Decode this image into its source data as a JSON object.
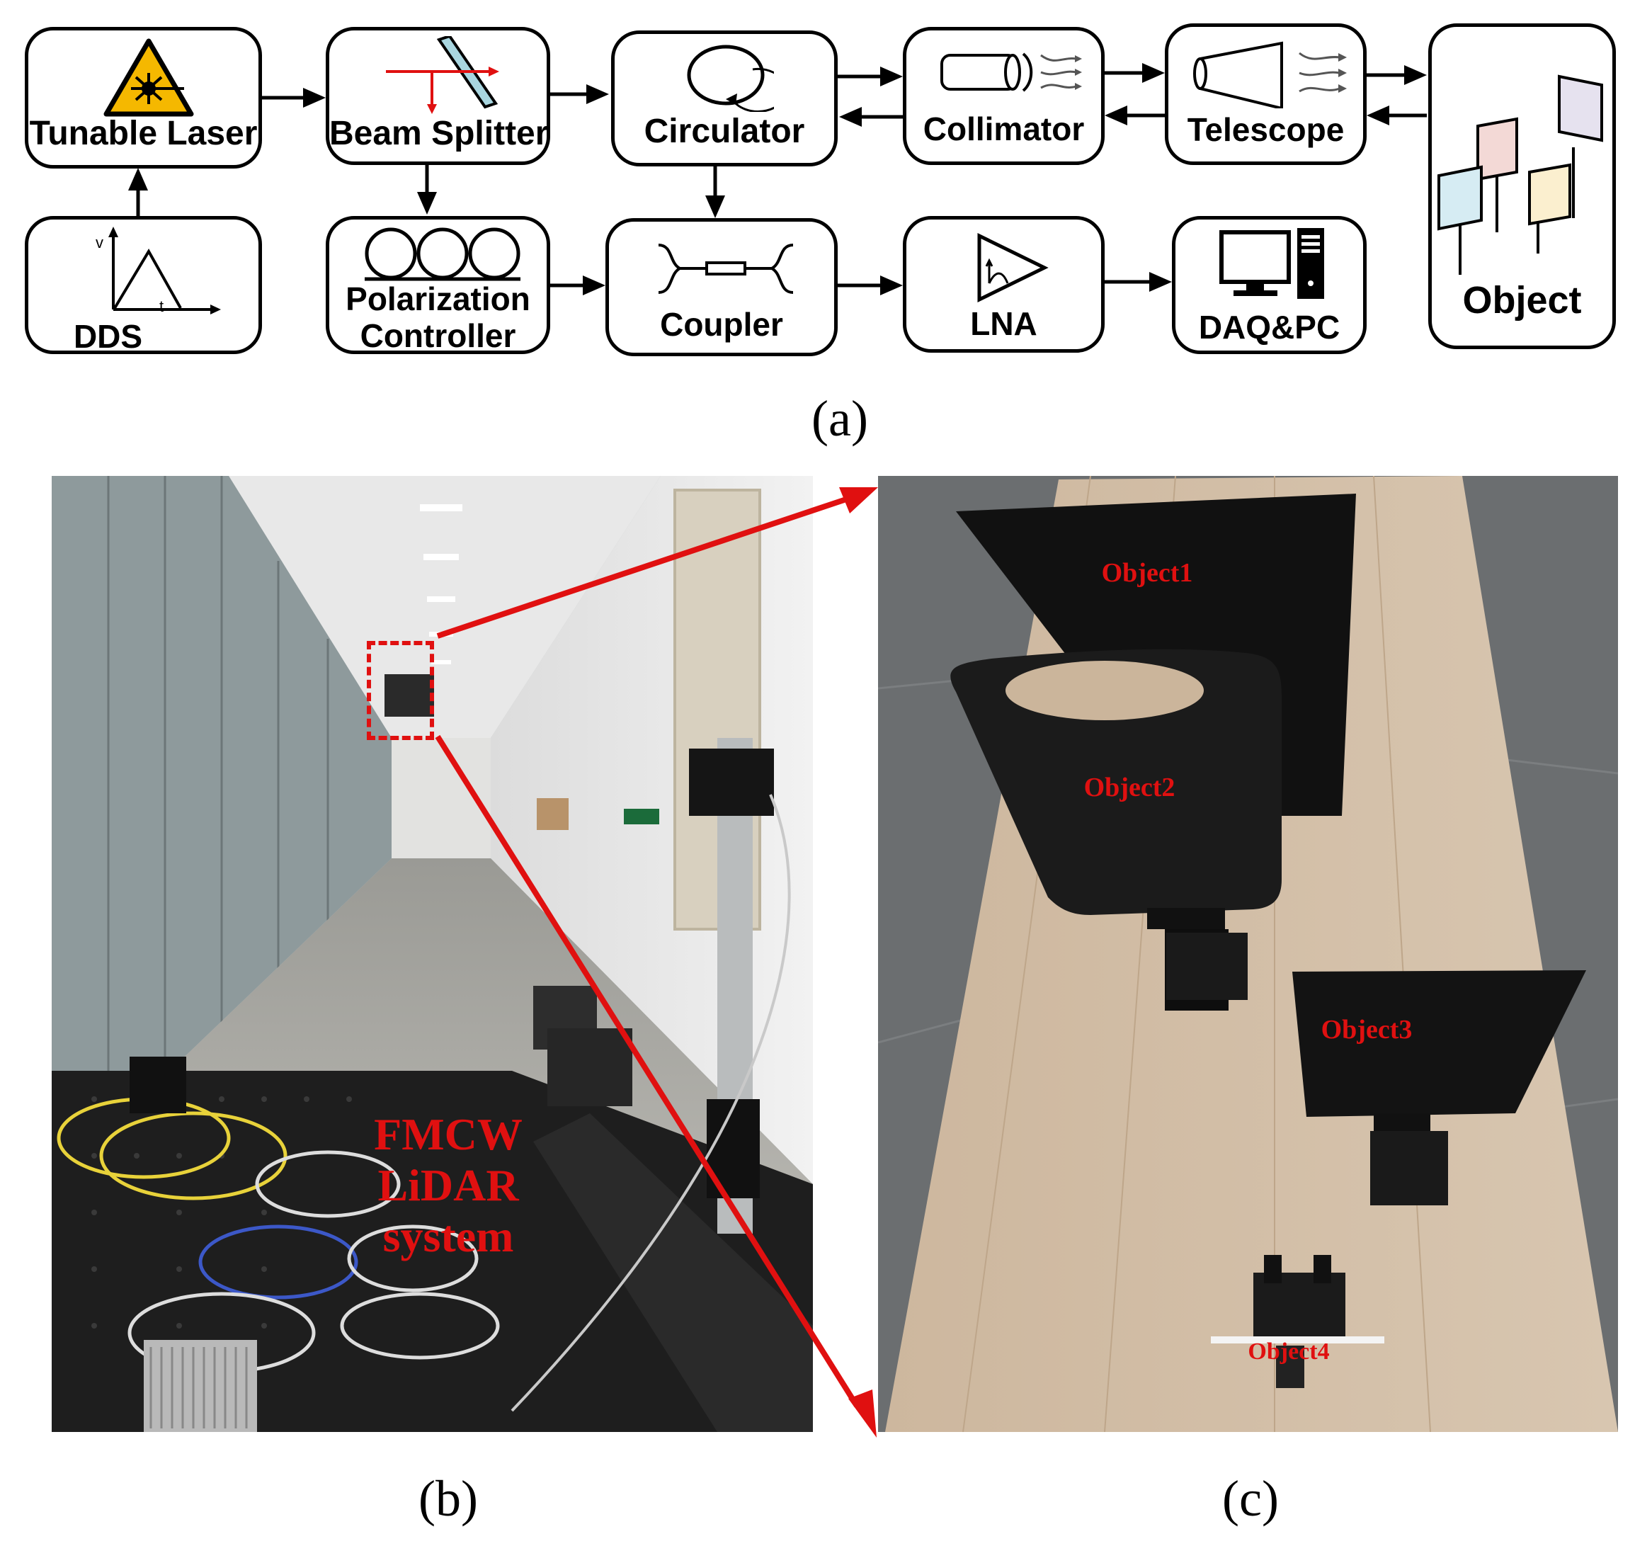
{
  "diagram": {
    "blocks": {
      "tunable_laser": "Tunable Laser",
      "beam_splitter": "Beam Splitter",
      "circulator": "Circulator",
      "collimator": "Collimator",
      "telescope": "Telescope",
      "object": "Object",
      "dds": "DDS",
      "polarization_controller_line1": "Polarization",
      "polarization_controller_line2": "Controller",
      "coupler": "Coupler",
      "lna": "LNA",
      "daq_pc": "DAQ&PC"
    },
    "dds_axis": {
      "v": "v",
      "t": "t"
    }
  },
  "captions": {
    "a": "(a)",
    "b": "(b)",
    "c": "(c)"
  },
  "photo_b": {
    "label_lines": [
      "FMCW",
      "LiDAR",
      "system"
    ]
  },
  "photo_c": {
    "objects": [
      "Object1",
      "Object2",
      "Object3",
      "Object4"
    ]
  },
  "colors": {
    "annotation_red": "#e01010",
    "laser_yellow": "#f5b800",
    "object_panel_blue": "#d6ecf3",
    "object_panel_pink": "#f3d9d6",
    "object_panel_yellow": "#fbefcf",
    "object_panel_lavender": "#e6e2ef"
  }
}
